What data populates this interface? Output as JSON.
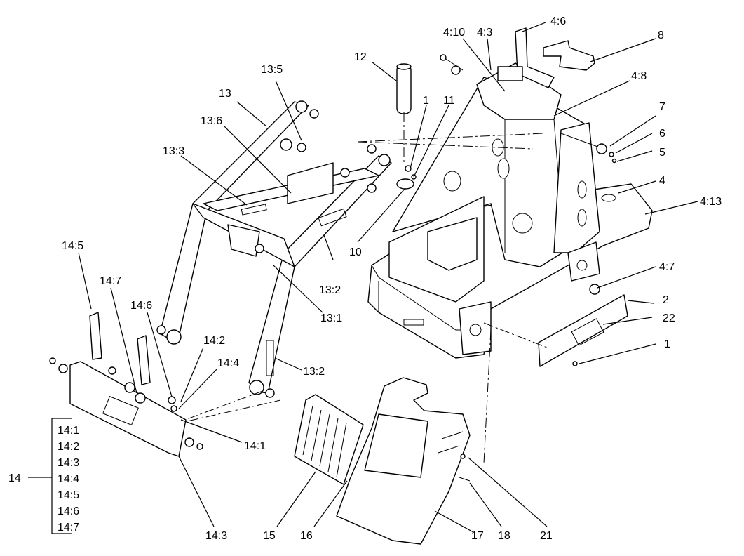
{
  "callouts": {
    "c_4_6": "4:6",
    "c_4_10": "4:10",
    "c_4_3": "4:3",
    "c_8": "8",
    "c_12": "12",
    "c_13_5": "13:5",
    "c_4_8": "4:8",
    "c_13": "13",
    "c_1_top": "1",
    "c_11": "11",
    "c_7": "7",
    "c_13_6": "13:6",
    "c_6": "6",
    "c_13_3": "13:3",
    "c_5": "5",
    "c_4": "4",
    "c_4_13": "4:13",
    "c_10": "10",
    "c_14_5": "14:5",
    "c_4_7": "4:7",
    "c_14_7": "14:7",
    "c_13_2_top": "13:2",
    "c_2": "2",
    "c_14_6": "14:6",
    "c_13_1": "13:1",
    "c_22": "22",
    "c_14_2": "14:2",
    "c_1_right": "1",
    "c_14_4": "14:4",
    "c_13_2_bottom": "13:2",
    "c_14_1": "14:1",
    "c_14_3": "14:3",
    "c_15": "15",
    "c_16": "16",
    "c_17": "17",
    "c_18": "18",
    "c_21": "21"
  },
  "group_14": {
    "label": "14",
    "items": [
      "14:1",
      "14:2",
      "14:3",
      "14:4",
      "14:5",
      "14:6",
      "14:7"
    ]
  }
}
